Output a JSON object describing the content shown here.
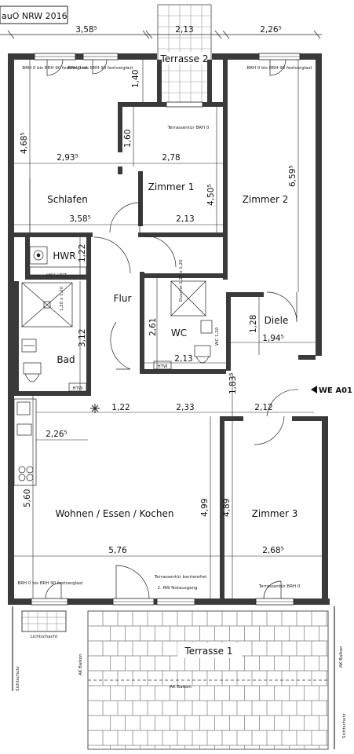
{
  "header": {
    "title": "auO NRW 2016"
  },
  "rooms": {
    "terrasse_top": "Terrasse 2",
    "schlafen": "Schlafen",
    "zimmer1": "Zimmer 1",
    "zimmer2": "Zimmer 2",
    "hwr": "HWR",
    "flur": "Flur",
    "wc": "WC",
    "diele": "Diele",
    "bad": "Bad",
    "wohnen": "Wohnen / Essen / Kochen",
    "zimmer3": "Zimmer 3",
    "terrasse_bottom": "Terrasse 1"
  },
  "dimensions": {
    "top_left": "3,58⁵",
    "top_mid": "2,13",
    "top_right": "2,26⁵",
    "v140": "1,40",
    "v160": "1,60",
    "v468": "4,68⁵",
    "h293": "2,93⁵",
    "h278": "2,78",
    "v659": "6,59⁵",
    "v450": "4,50⁵",
    "h358": "3,58⁵",
    "h213": "2,13",
    "v122": "1,22",
    "v128": "1,28",
    "h194": "1,94⁵",
    "v261": "2,61",
    "v312": "3,12",
    "h213b": "2,13",
    "v183": "1,83⁵",
    "h122": "1,22",
    "h233": "2,33",
    "h212": "2,12",
    "h226": "2,26⁵",
    "v560": "5,60",
    "v499": "4,99",
    "v489": "4,89",
    "h576": "5,76",
    "h268": "2,68⁵"
  },
  "notes": {
    "brh_window": "BRH 0 bis BRH 90 festverglast",
    "terrassentuer": "Terrassentür BRH 0",
    "terrassentuer_barrier": "Terrassentür barrierefrei",
    "notausgang": "2. RW Notausgang",
    "hkv_elt": "HKV / ELT",
    "dusche": "Dusche 1,20 x 1,20",
    "htw": "HTW",
    "wc_dims": "WC 1,20",
    "bad_dims": "1,20 x 1,20",
    "lichtschacht": "Lichtschacht",
    "ak_balkon": "AK Balkon",
    "sichtschutz": "Sichtschutz",
    "entry": "WE A01"
  },
  "colors": {
    "wall": "#444444",
    "line": "#222222",
    "paving": "#7a7a7a",
    "wall_fill": "#3a3a3a"
  }
}
